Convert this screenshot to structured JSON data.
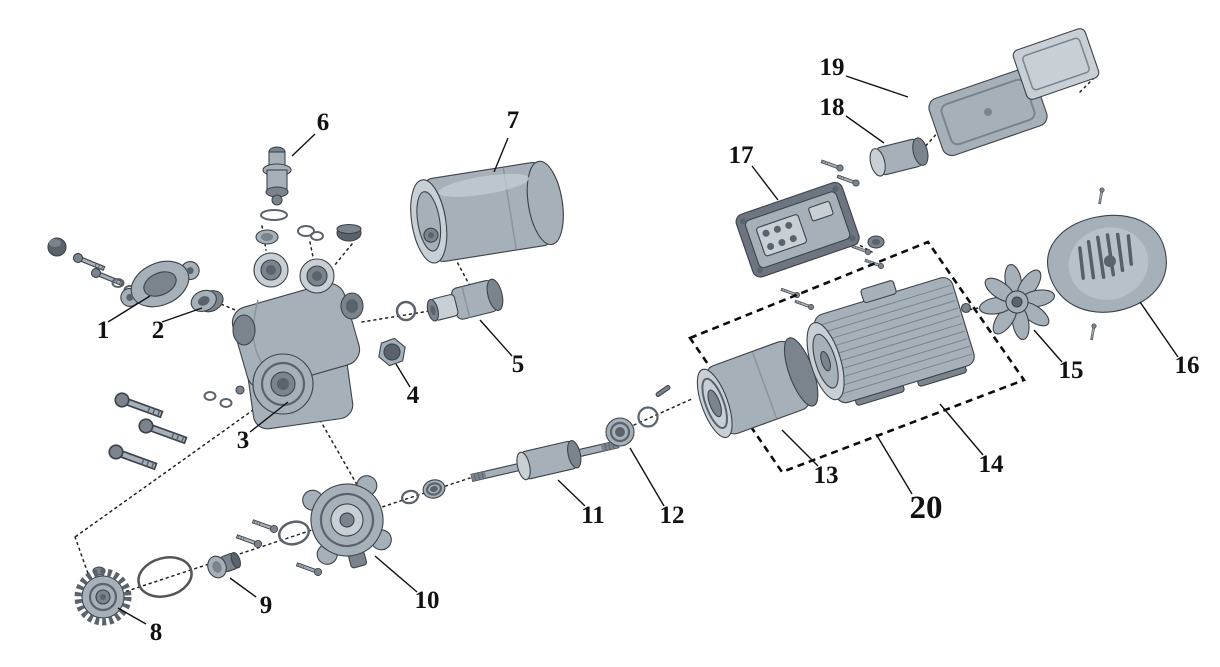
{
  "diagram": {
    "kind": "exploded-parts-diagram",
    "colors": {
      "background": "#ffffff",
      "part_fill": "#a6b0b8",
      "part_light": "#c8cfd5",
      "part_dark": "#7b848d",
      "outline": "#3d434a",
      "label_color": "#111111"
    }
  },
  "parts": [
    {
      "id": "1",
      "label": "1"
    },
    {
      "id": "2",
      "label": "2"
    },
    {
      "id": "3",
      "label": "3"
    },
    {
      "id": "4",
      "label": "4"
    },
    {
      "id": "5",
      "label": "5"
    },
    {
      "id": "6",
      "label": "6"
    },
    {
      "id": "7",
      "label": "7"
    },
    {
      "id": "8",
      "label": "8"
    },
    {
      "id": "9",
      "label": "9"
    },
    {
      "id": "10",
      "label": "10"
    },
    {
      "id": "11",
      "label": "11"
    },
    {
      "id": "12",
      "label": "12"
    },
    {
      "id": "13",
      "label": "13"
    },
    {
      "id": "14",
      "label": "14"
    },
    {
      "id": "15",
      "label": "15"
    },
    {
      "id": "16",
      "label": "16"
    },
    {
      "id": "17",
      "label": "17"
    },
    {
      "id": "18",
      "label": "18"
    },
    {
      "id": "19",
      "label": "19"
    },
    {
      "id": "20",
      "label": "20"
    }
  ]
}
